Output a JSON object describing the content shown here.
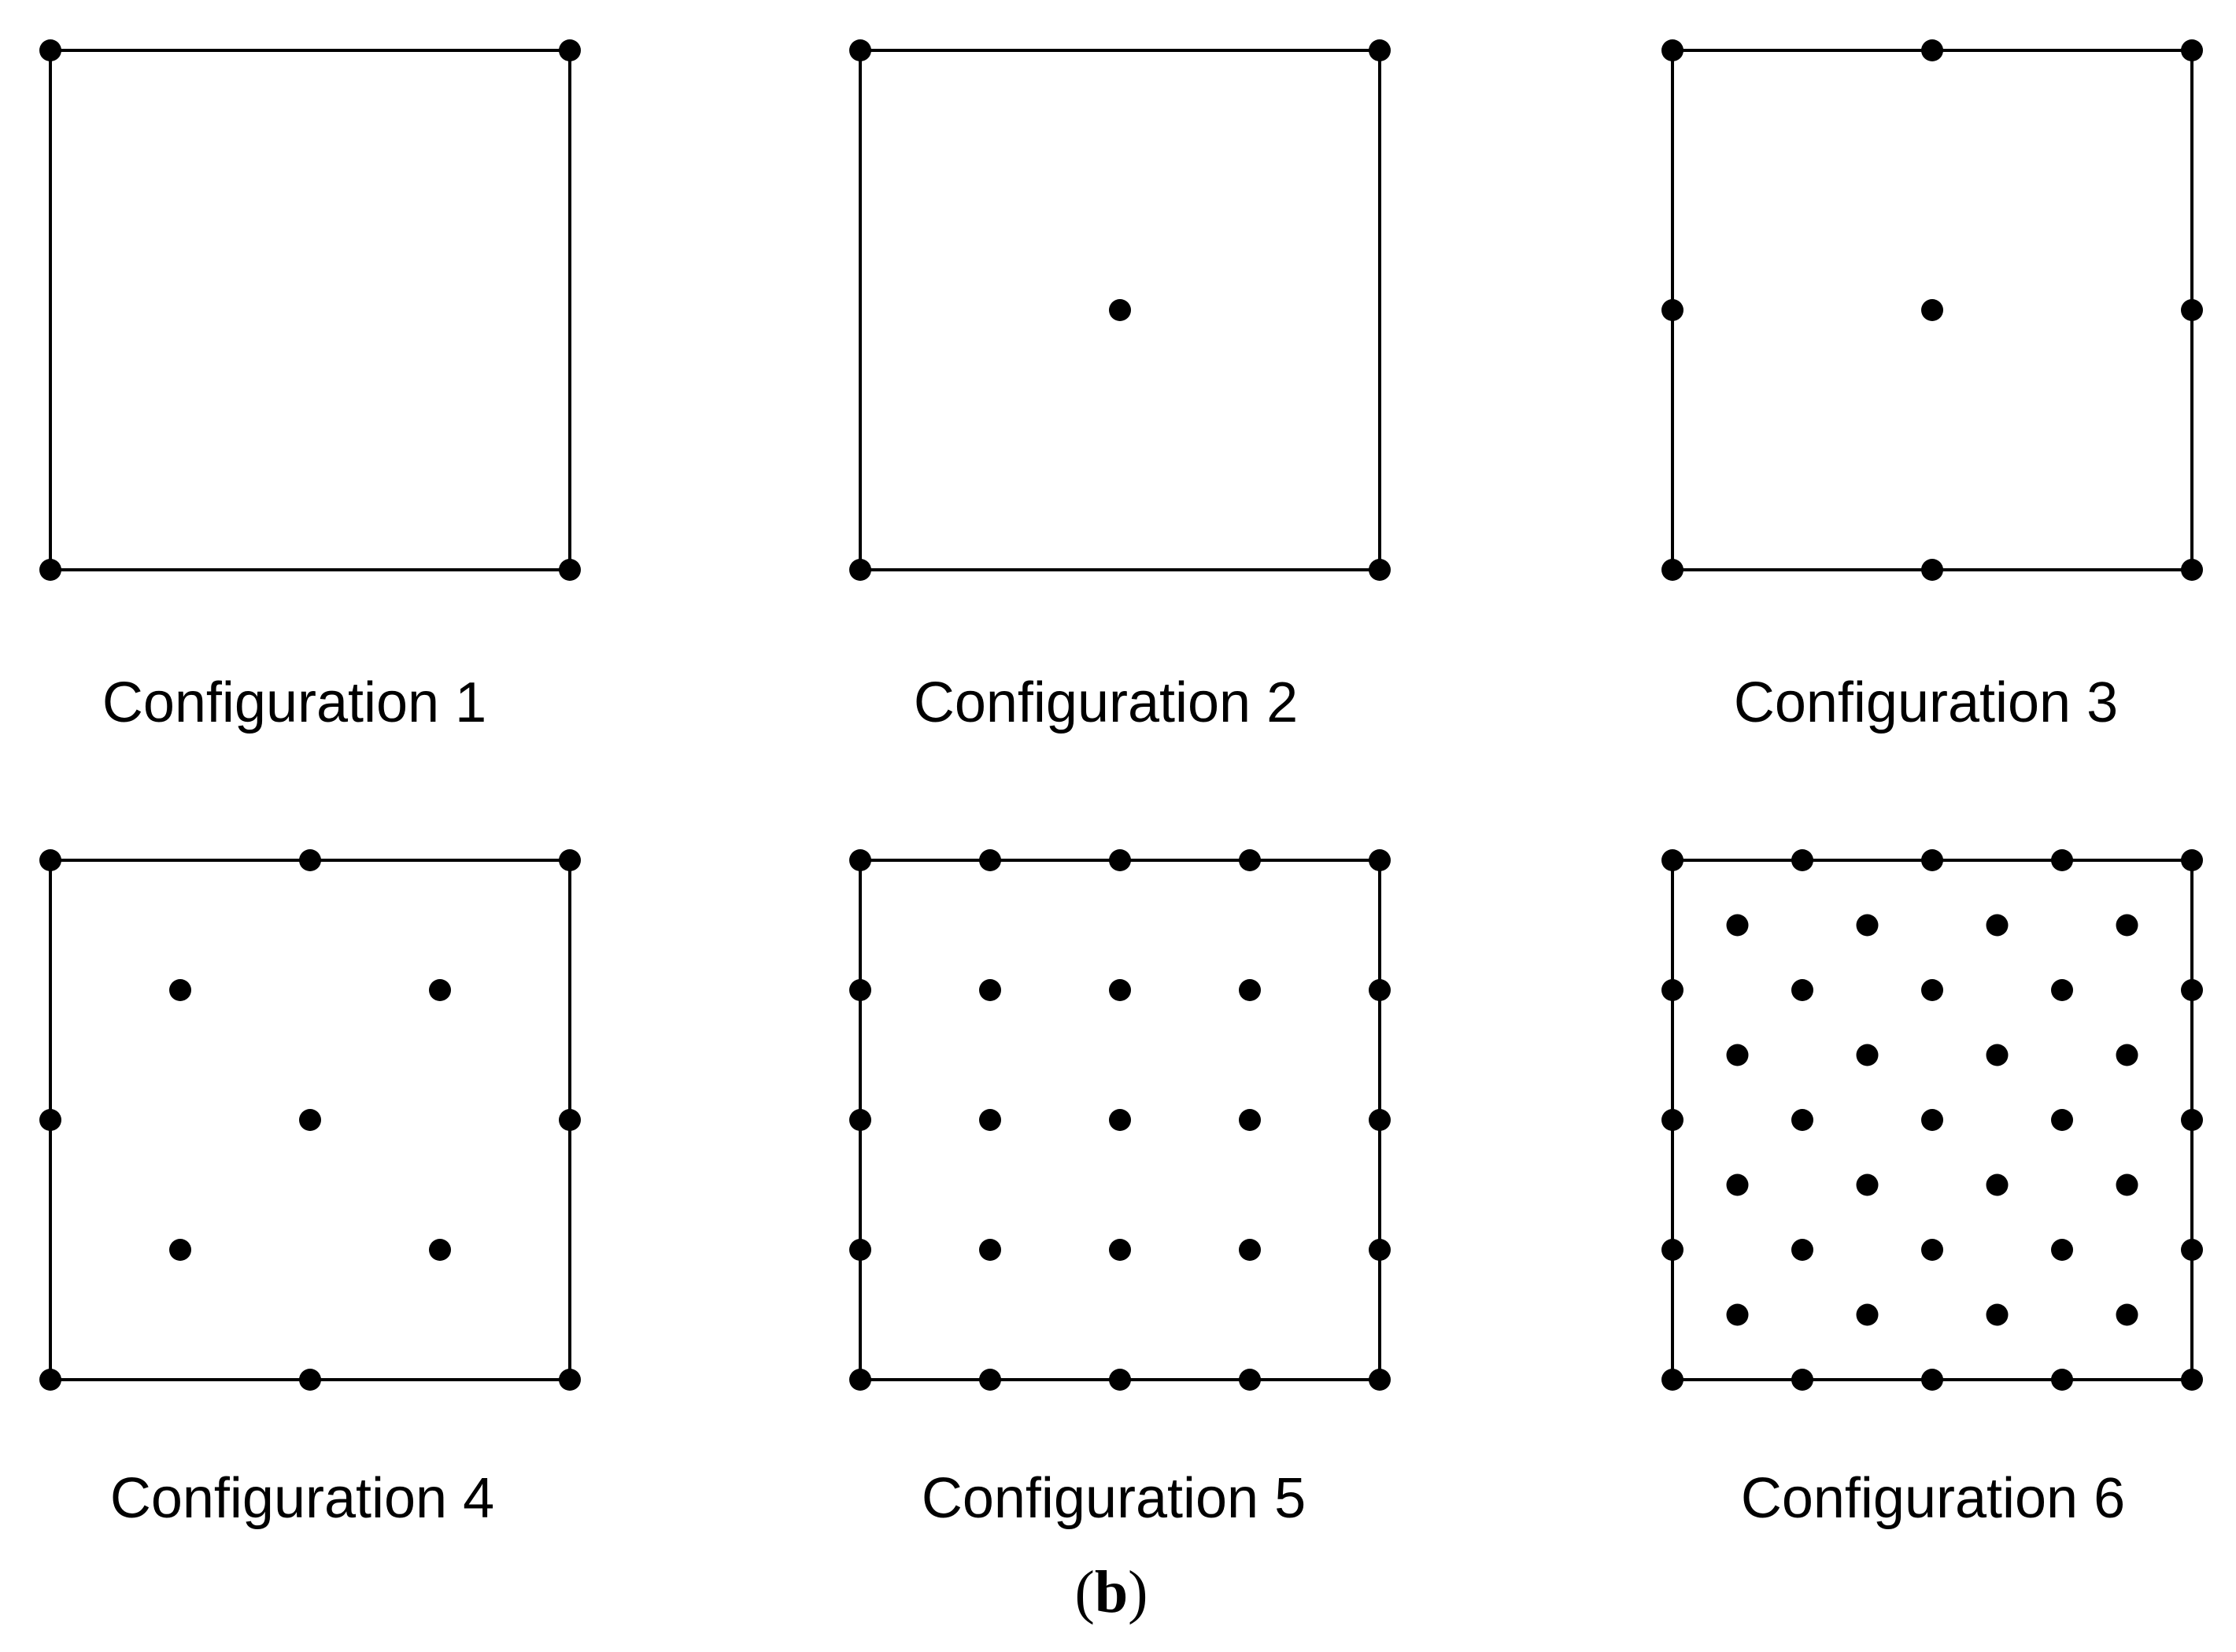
{
  "figure": {
    "panel_label_parts": [
      "(",
      "b",
      ")"
    ],
    "configurations": [
      {
        "label": "Configuration 1",
        "points": [
          [
            0,
            0
          ],
          [
            1,
            0
          ],
          [
            0,
            1
          ],
          [
            1,
            1
          ]
        ]
      },
      {
        "label": "Configuration 2",
        "points": [
          [
            0,
            0
          ],
          [
            1,
            0
          ],
          [
            0,
            1
          ],
          [
            1,
            1
          ],
          [
            0.5,
            0.5
          ]
        ]
      },
      {
        "label": "Configuration 3",
        "points": [
          [
            0,
            0
          ],
          [
            0.5,
            0
          ],
          [
            1,
            0
          ],
          [
            0,
            0.5
          ],
          [
            0.5,
            0.5
          ],
          [
            1,
            0.5
          ],
          [
            0,
            1
          ],
          [
            0.5,
            1
          ],
          [
            1,
            1
          ]
        ]
      },
      {
        "label": "Configuration 4",
        "points": [
          [
            0,
            0
          ],
          [
            0.5,
            0
          ],
          [
            1,
            0
          ],
          [
            0.25,
            0.25
          ],
          [
            0.75,
            0.25
          ],
          [
            0,
            0.5
          ],
          [
            0.5,
            0.5
          ],
          [
            1,
            0.5
          ],
          [
            0.25,
            0.75
          ],
          [
            0.75,
            0.75
          ],
          [
            0,
            1
          ],
          [
            0.5,
            1
          ],
          [
            1,
            1
          ]
        ]
      },
      {
        "label": "Configuration 5",
        "points": [
          [
            0,
            0
          ],
          [
            0.25,
            0
          ],
          [
            0.5,
            0
          ],
          [
            0.75,
            0
          ],
          [
            1,
            0
          ],
          [
            0,
            0.25
          ],
          [
            0.25,
            0.25
          ],
          [
            0.5,
            0.25
          ],
          [
            0.75,
            0.25
          ],
          [
            1,
            0.25
          ],
          [
            0,
            0.5
          ],
          [
            0.25,
            0.5
          ],
          [
            0.5,
            0.5
          ],
          [
            0.75,
            0.5
          ],
          [
            1,
            0.5
          ],
          [
            0,
            0.75
          ],
          [
            0.25,
            0.75
          ],
          [
            0.5,
            0.75
          ],
          [
            0.75,
            0.75
          ],
          [
            1,
            0.75
          ],
          [
            0,
            1
          ],
          [
            0.25,
            1
          ],
          [
            0.5,
            1
          ],
          [
            0.75,
            1
          ],
          [
            1,
            1
          ]
        ]
      },
      {
        "label": "Configuration 6",
        "points": [
          [
            0,
            0
          ],
          [
            0.25,
            0
          ],
          [
            0.5,
            0
          ],
          [
            0.75,
            0
          ],
          [
            1,
            0
          ],
          [
            0.125,
            0.125
          ],
          [
            0.375,
            0.125
          ],
          [
            0.625,
            0.125
          ],
          [
            0.875,
            0.125
          ],
          [
            0,
            0.25
          ],
          [
            0.25,
            0.25
          ],
          [
            0.5,
            0.25
          ],
          [
            0.75,
            0.25
          ],
          [
            1,
            0.25
          ],
          [
            0.125,
            0.375
          ],
          [
            0.375,
            0.375
          ],
          [
            0.625,
            0.375
          ],
          [
            0.875,
            0.375
          ],
          [
            0,
            0.5
          ],
          [
            0.25,
            0.5
          ],
          [
            0.5,
            0.5
          ],
          [
            0.75,
            0.5
          ],
          [
            1,
            0.5
          ],
          [
            0.125,
            0.625
          ],
          [
            0.375,
            0.625
          ],
          [
            0.625,
            0.625
          ],
          [
            0.875,
            0.625
          ],
          [
            0,
            0.75
          ],
          [
            0.25,
            0.75
          ],
          [
            0.5,
            0.75
          ],
          [
            0.75,
            0.75
          ],
          [
            1,
            0.75
          ],
          [
            0.125,
            0.875
          ],
          [
            0.375,
            0.875
          ],
          [
            0.625,
            0.875
          ],
          [
            0.875,
            0.875
          ],
          [
            0,
            1
          ],
          [
            0.25,
            1
          ],
          [
            0.5,
            1
          ],
          [
            0.75,
            1
          ],
          [
            1,
            1
          ]
        ]
      }
    ]
  }
}
